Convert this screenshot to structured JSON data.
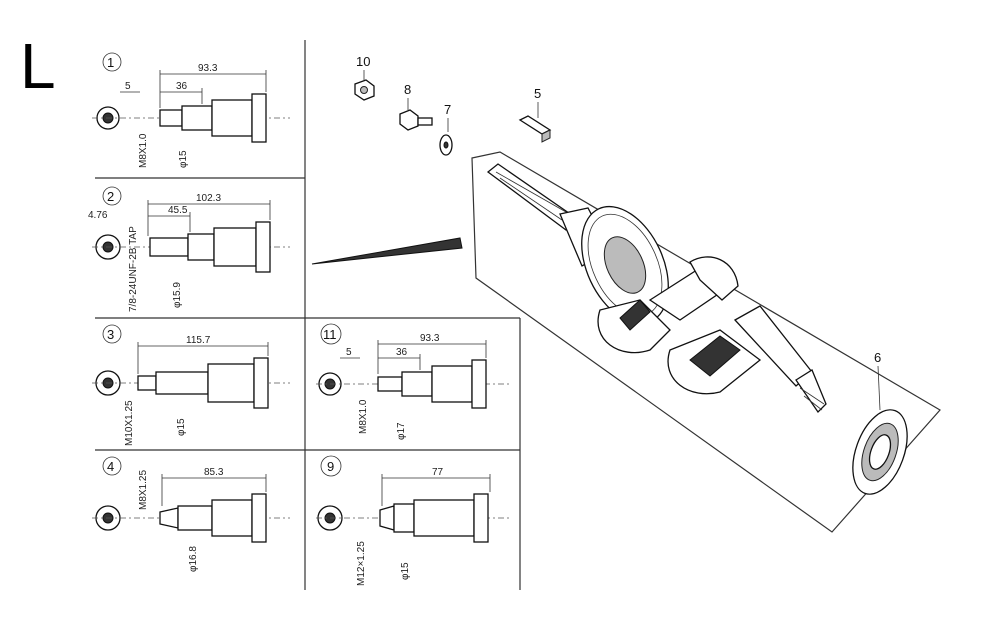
{
  "section_letter": "L",
  "variants": [
    {
      "id": "1",
      "labels": [
        "93.3",
        "36",
        "5",
        "M8X1.0",
        "φ15"
      ]
    },
    {
      "id": "2",
      "labels": [
        "102.3",
        "45.5",
        "4.76",
        "7/8-24UNF-2B TAP",
        "φ15.9"
      ]
    },
    {
      "id": "3",
      "labels": [
        "115.7",
        "M10X1.25",
        "φ15"
      ]
    },
    {
      "id": "4",
      "labels": [
        "85.3",
        "M8X1.25",
        "φ16.8"
      ]
    },
    {
      "id": "11",
      "labels": [
        "93.3",
        "36",
        "5",
        "M8X1.0",
        "φ17"
      ]
    },
    {
      "id": "9",
      "labels": [
        "77",
        "M12×1.25",
        "φ15"
      ]
    }
  ],
  "callouts": [
    "10",
    "8",
    "7",
    "5",
    "6"
  ]
}
